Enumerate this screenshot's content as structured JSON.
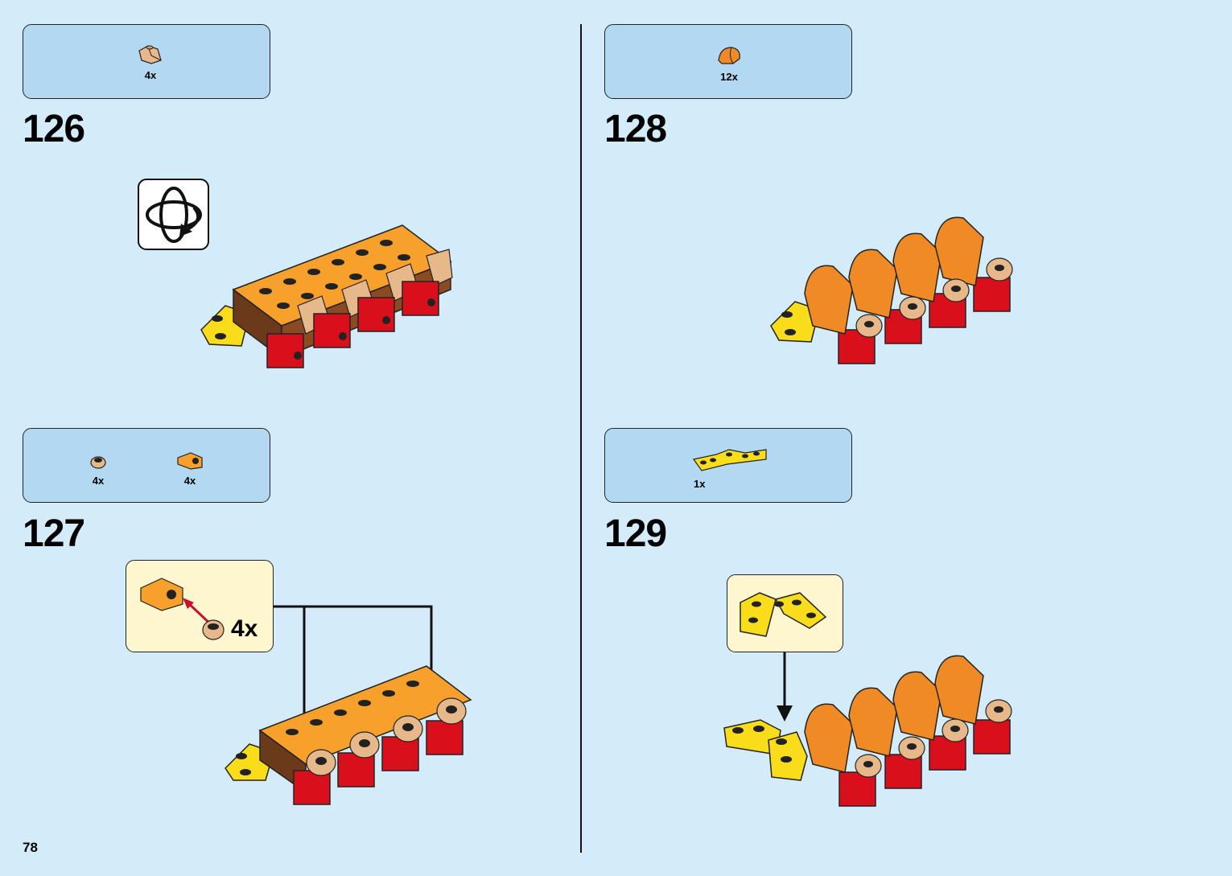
{
  "page_number": "78",
  "steps": [
    {
      "number": "126",
      "parts": [
        {
          "icon": "tan-slope-brick-icon",
          "qty": "4x"
        }
      ],
      "callout": null
    },
    {
      "number": "127",
      "parts": [
        {
          "icon": "tan-round-tile-icon",
          "qty": "4x"
        },
        {
          "icon": "orange-bracket-icon",
          "qty": "4x"
        }
      ],
      "callout": {
        "qty": "4x"
      }
    },
    {
      "number": "128",
      "parts": [
        {
          "icon": "orange-curved-slope-icon",
          "qty": "12x"
        }
      ],
      "callout": null
    },
    {
      "number": "129",
      "parts": [
        {
          "icon": "yellow-hinge-plate-icon",
          "qty": "1x"
        }
      ],
      "callout": {
        "qty": ""
      }
    }
  ],
  "colors": {
    "background": "#d4ecfa",
    "parts_box": "#b3d8f2",
    "callout_box": "#fdf6cf",
    "orange": "#f7a12c",
    "red": "#d90f1c",
    "yellow": "#f9dd1a",
    "tan": "#e7b98a"
  }
}
